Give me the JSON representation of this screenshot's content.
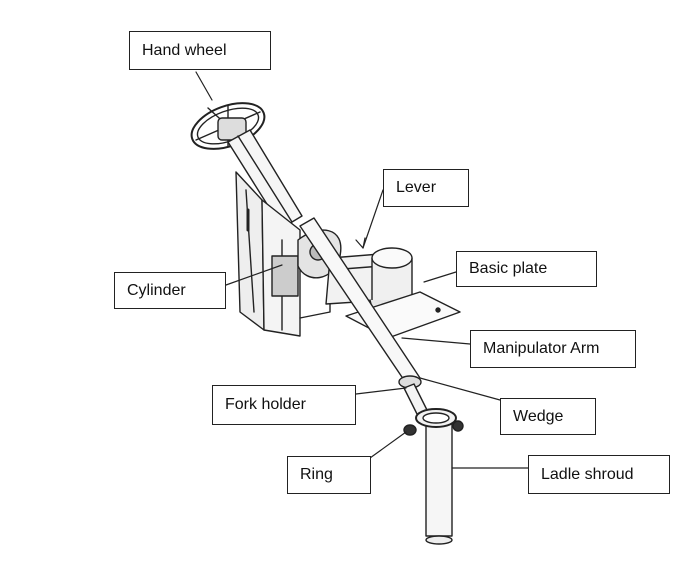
{
  "labels": {
    "hand_wheel": "Hand wheel",
    "lever": "Lever",
    "basic_plate": "Basic plate",
    "cylinder": "Cylinder",
    "manipulator_arm": "Manipulator  Arm",
    "fork_holder": "Fork holder",
    "wedge": "Wedge",
    "ring": "Ring",
    "ladle_shroud": "Ladle shroud"
  }
}
